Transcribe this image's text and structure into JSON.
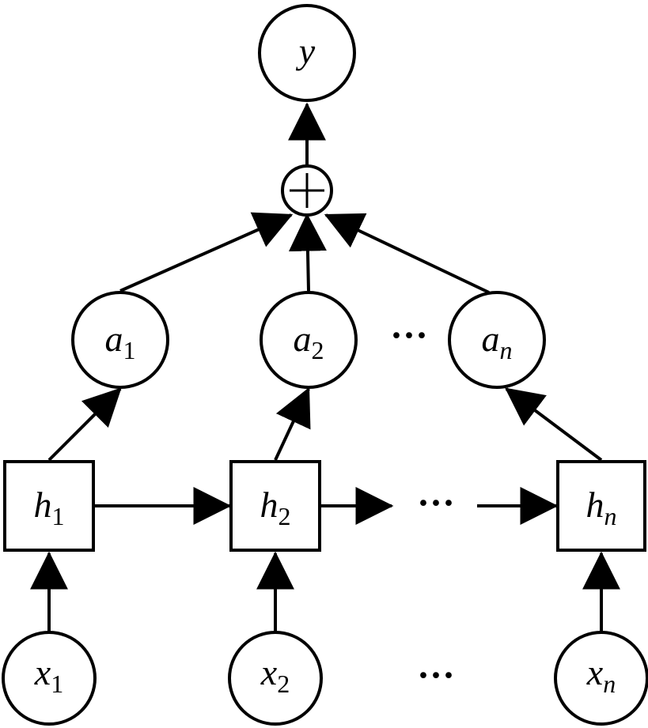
{
  "nodes": {
    "y": {
      "label": "y",
      "sub": ""
    },
    "a1": {
      "label": "a",
      "sub": "1"
    },
    "a2": {
      "label": "a",
      "sub": "2"
    },
    "an": {
      "label": "a",
      "sub": "n"
    },
    "h1": {
      "label": "h",
      "sub": "1"
    },
    "h2": {
      "label": "h",
      "sub": "2"
    },
    "hn": {
      "label": "h",
      "sub": "n"
    },
    "x1": {
      "label": "x",
      "sub": "1"
    },
    "x2": {
      "label": "x",
      "sub": "2"
    },
    "xn": {
      "label": "x",
      "sub": "n"
    }
  },
  "ellipsis": {
    "attention_row": "···",
    "hidden_row": "···",
    "input_row": "···"
  },
  "sum_symbol": "+"
}
